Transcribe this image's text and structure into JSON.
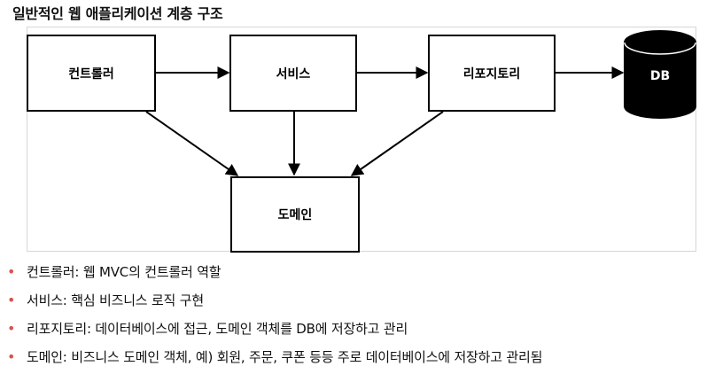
{
  "title": "일반적인 웹 애플리케이션 계층 구조",
  "diagram": {
    "nodes": {
      "controller": "컨트롤러",
      "service": "서비스",
      "repository": "리포지토리",
      "db": "DB",
      "domain": "도메인"
    },
    "colors": {
      "db_fill": "#000000",
      "box_stroke": "#000000",
      "frame": "#d6d6d6"
    }
  },
  "bullets": [
    "컨트롤러: 웹 MVC의 컨트롤러 역할",
    "서비스: 핵심 비즈니스 로직 구현",
    "리포지토리: 데이터베이스에 접근, 도메인 객체를 DB에 저장하고 관리",
    "도메인: 비즈니스 도메인 객체, 예) 회원, 주문, 쿠폰 등등 주로 데이터베이스에 저장하고 관리됨"
  ],
  "bullet_color": "#d9534f"
}
